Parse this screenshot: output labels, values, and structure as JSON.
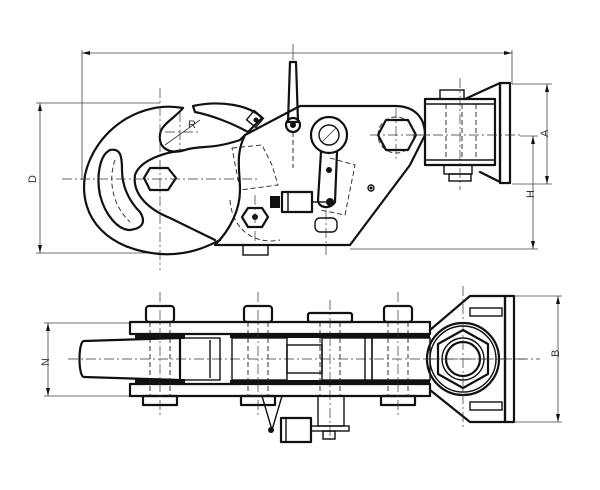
{
  "drawing": {
    "title": "Hook release assembly technical drawing",
    "views": [
      {
        "name": "side-view",
        "description": "Side elevation of hook with release lever and pivot bracket"
      },
      {
        "name": "plan-view",
        "description": "Top plan view of link plates, pins and swivel bracket"
      }
    ],
    "dimensions": {
      "overall_length": {
        "label": ""
      },
      "D": {
        "label": "D"
      },
      "R": {
        "label": "R"
      },
      "A": {
        "label": "A"
      },
      "H": {
        "label": "H"
      },
      "B": {
        "label": "B"
      },
      "N": {
        "label": "N"
      }
    },
    "colors": {
      "line": "#111111",
      "background": "#ffffff",
      "dimension": "#444444"
    }
  }
}
